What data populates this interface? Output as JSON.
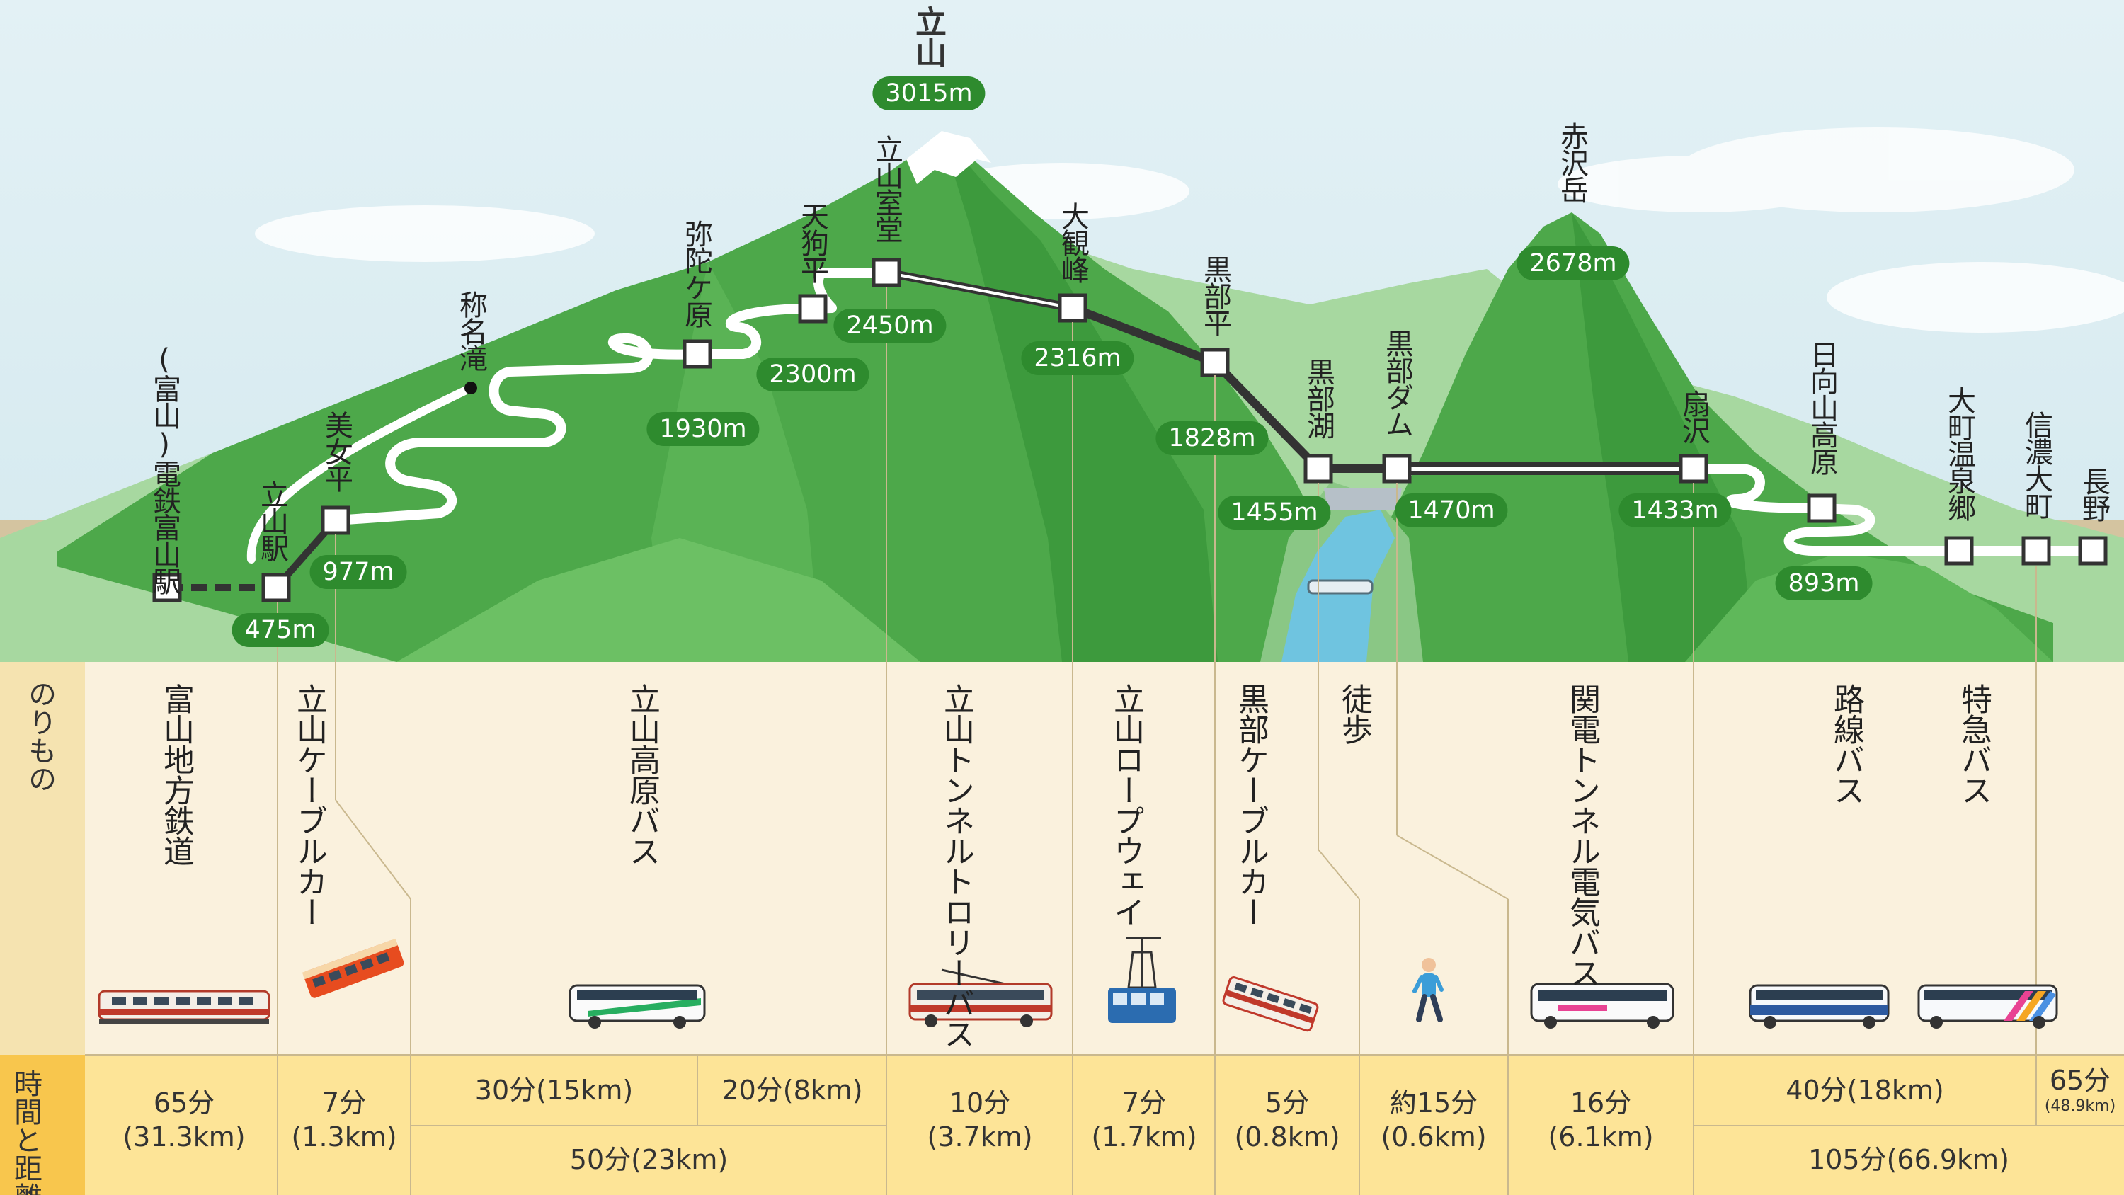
{
  "title": "立山",
  "peak_elevation": "3015m",
  "stations": [
    {
      "id": "toyama",
      "name": "(富山)電鉄富山駅",
      "elev": ""
    },
    {
      "id": "tateyama_sta",
      "name": "立山駅",
      "elev": "475m"
    },
    {
      "id": "bijodaira",
      "name": "美女平",
      "elev": "977m"
    },
    {
      "id": "shomyo",
      "name": "称名滝",
      "elev": ""
    },
    {
      "id": "midagahara",
      "name": "弥陀ケ原",
      "elev": "1930m"
    },
    {
      "id": "tengudaira",
      "name": "天狗平",
      "elev": "2300m"
    },
    {
      "id": "murodo",
      "name": "立山室堂",
      "elev": "2450m"
    },
    {
      "id": "daikanbo",
      "name": "大観峰",
      "elev": "2316m"
    },
    {
      "id": "kurobedaira",
      "name": "黒部平",
      "elev": "1828m"
    },
    {
      "id": "kurobeko",
      "name": "黒部湖",
      "elev": "1455m"
    },
    {
      "id": "kurobedam",
      "name": "黒部ダム",
      "elev": "1470m"
    },
    {
      "id": "ogisawa",
      "name": "扇沢",
      "elev": "1433m"
    },
    {
      "id": "hinatayama",
      "name": "日向山高原",
      "elev": "893m"
    },
    {
      "id": "omachi_onsen",
      "name": "大町温泉郷",
      "elev": ""
    },
    {
      "id": "shinano_omachi",
      "name": "信濃大町",
      "elev": ""
    },
    {
      "id": "nagano",
      "name": "長野",
      "elev": ""
    }
  ],
  "mountain": {
    "name": "赤沢岳",
    "elev": "2678m"
  },
  "row_labels": {
    "vehicle": "のりもの",
    "time": "時間と距離"
  },
  "vehicles": [
    {
      "id": "train",
      "name": "富山地方鉄道",
      "icon": "train-icon"
    },
    {
      "id": "cable1",
      "name": "立山ケーブルカー",
      "icon": "cable-car-icon"
    },
    {
      "id": "kogen_bus",
      "name": "立山高原バス",
      "icon": "bus-icon"
    },
    {
      "id": "trolley",
      "name": "立山トンネルトロリーバス",
      "icon": "trolley-bus-icon"
    },
    {
      "id": "ropeway",
      "name": "立山ロープウェイ",
      "icon": "ropeway-icon"
    },
    {
      "id": "cable2",
      "name": "黒部ケーブルカー",
      "icon": "cable-car-icon"
    },
    {
      "id": "walk",
      "name": "徒歩",
      "icon": "walking-person-icon"
    },
    {
      "id": "ebus",
      "name": "関電トンネル電気バス",
      "icon": "electric-bus-icon"
    },
    {
      "id": "route_bus",
      "name": "路線バス",
      "icon": "bus-icon"
    },
    {
      "id": "express_bus",
      "name": "特急バス",
      "icon": "express-bus-icon"
    }
  ],
  "times": {
    "train": {
      "time": "65分",
      "dist": "(31.3km)"
    },
    "cable1": {
      "time": "7分",
      "dist": "(1.3km)"
    },
    "kogen_a": {
      "text": "30分(15km)"
    },
    "kogen_b": {
      "text": "20分(8km)"
    },
    "kogen_total": {
      "text": "50分(23km)"
    },
    "trolley": {
      "time": "10分",
      "dist": "(3.7km)"
    },
    "ropeway": {
      "time": "7分",
      "dist": "(1.7km)"
    },
    "cable2": {
      "time": "5分",
      "dist": "(0.8km)"
    },
    "walk": {
      "time": "約15分",
      "dist": "(0.6km)"
    },
    "ebus": {
      "time": "16分",
      "dist": "(6.1km)"
    },
    "route_bus": {
      "text": "40分(18km)"
    },
    "express": {
      "time": "65分",
      "dist": "(48.9km)"
    },
    "route_total": {
      "text": "105分(66.9km)"
    }
  },
  "colors": {
    "sky": "#dcedf3",
    "ground": "#d3c4a2",
    "mountain": "#4da84a",
    "pill": "#2e8b2e",
    "band_light": "#faf1dd",
    "band_time": "#fde497",
    "band_label": "#f5e3b0"
  }
}
